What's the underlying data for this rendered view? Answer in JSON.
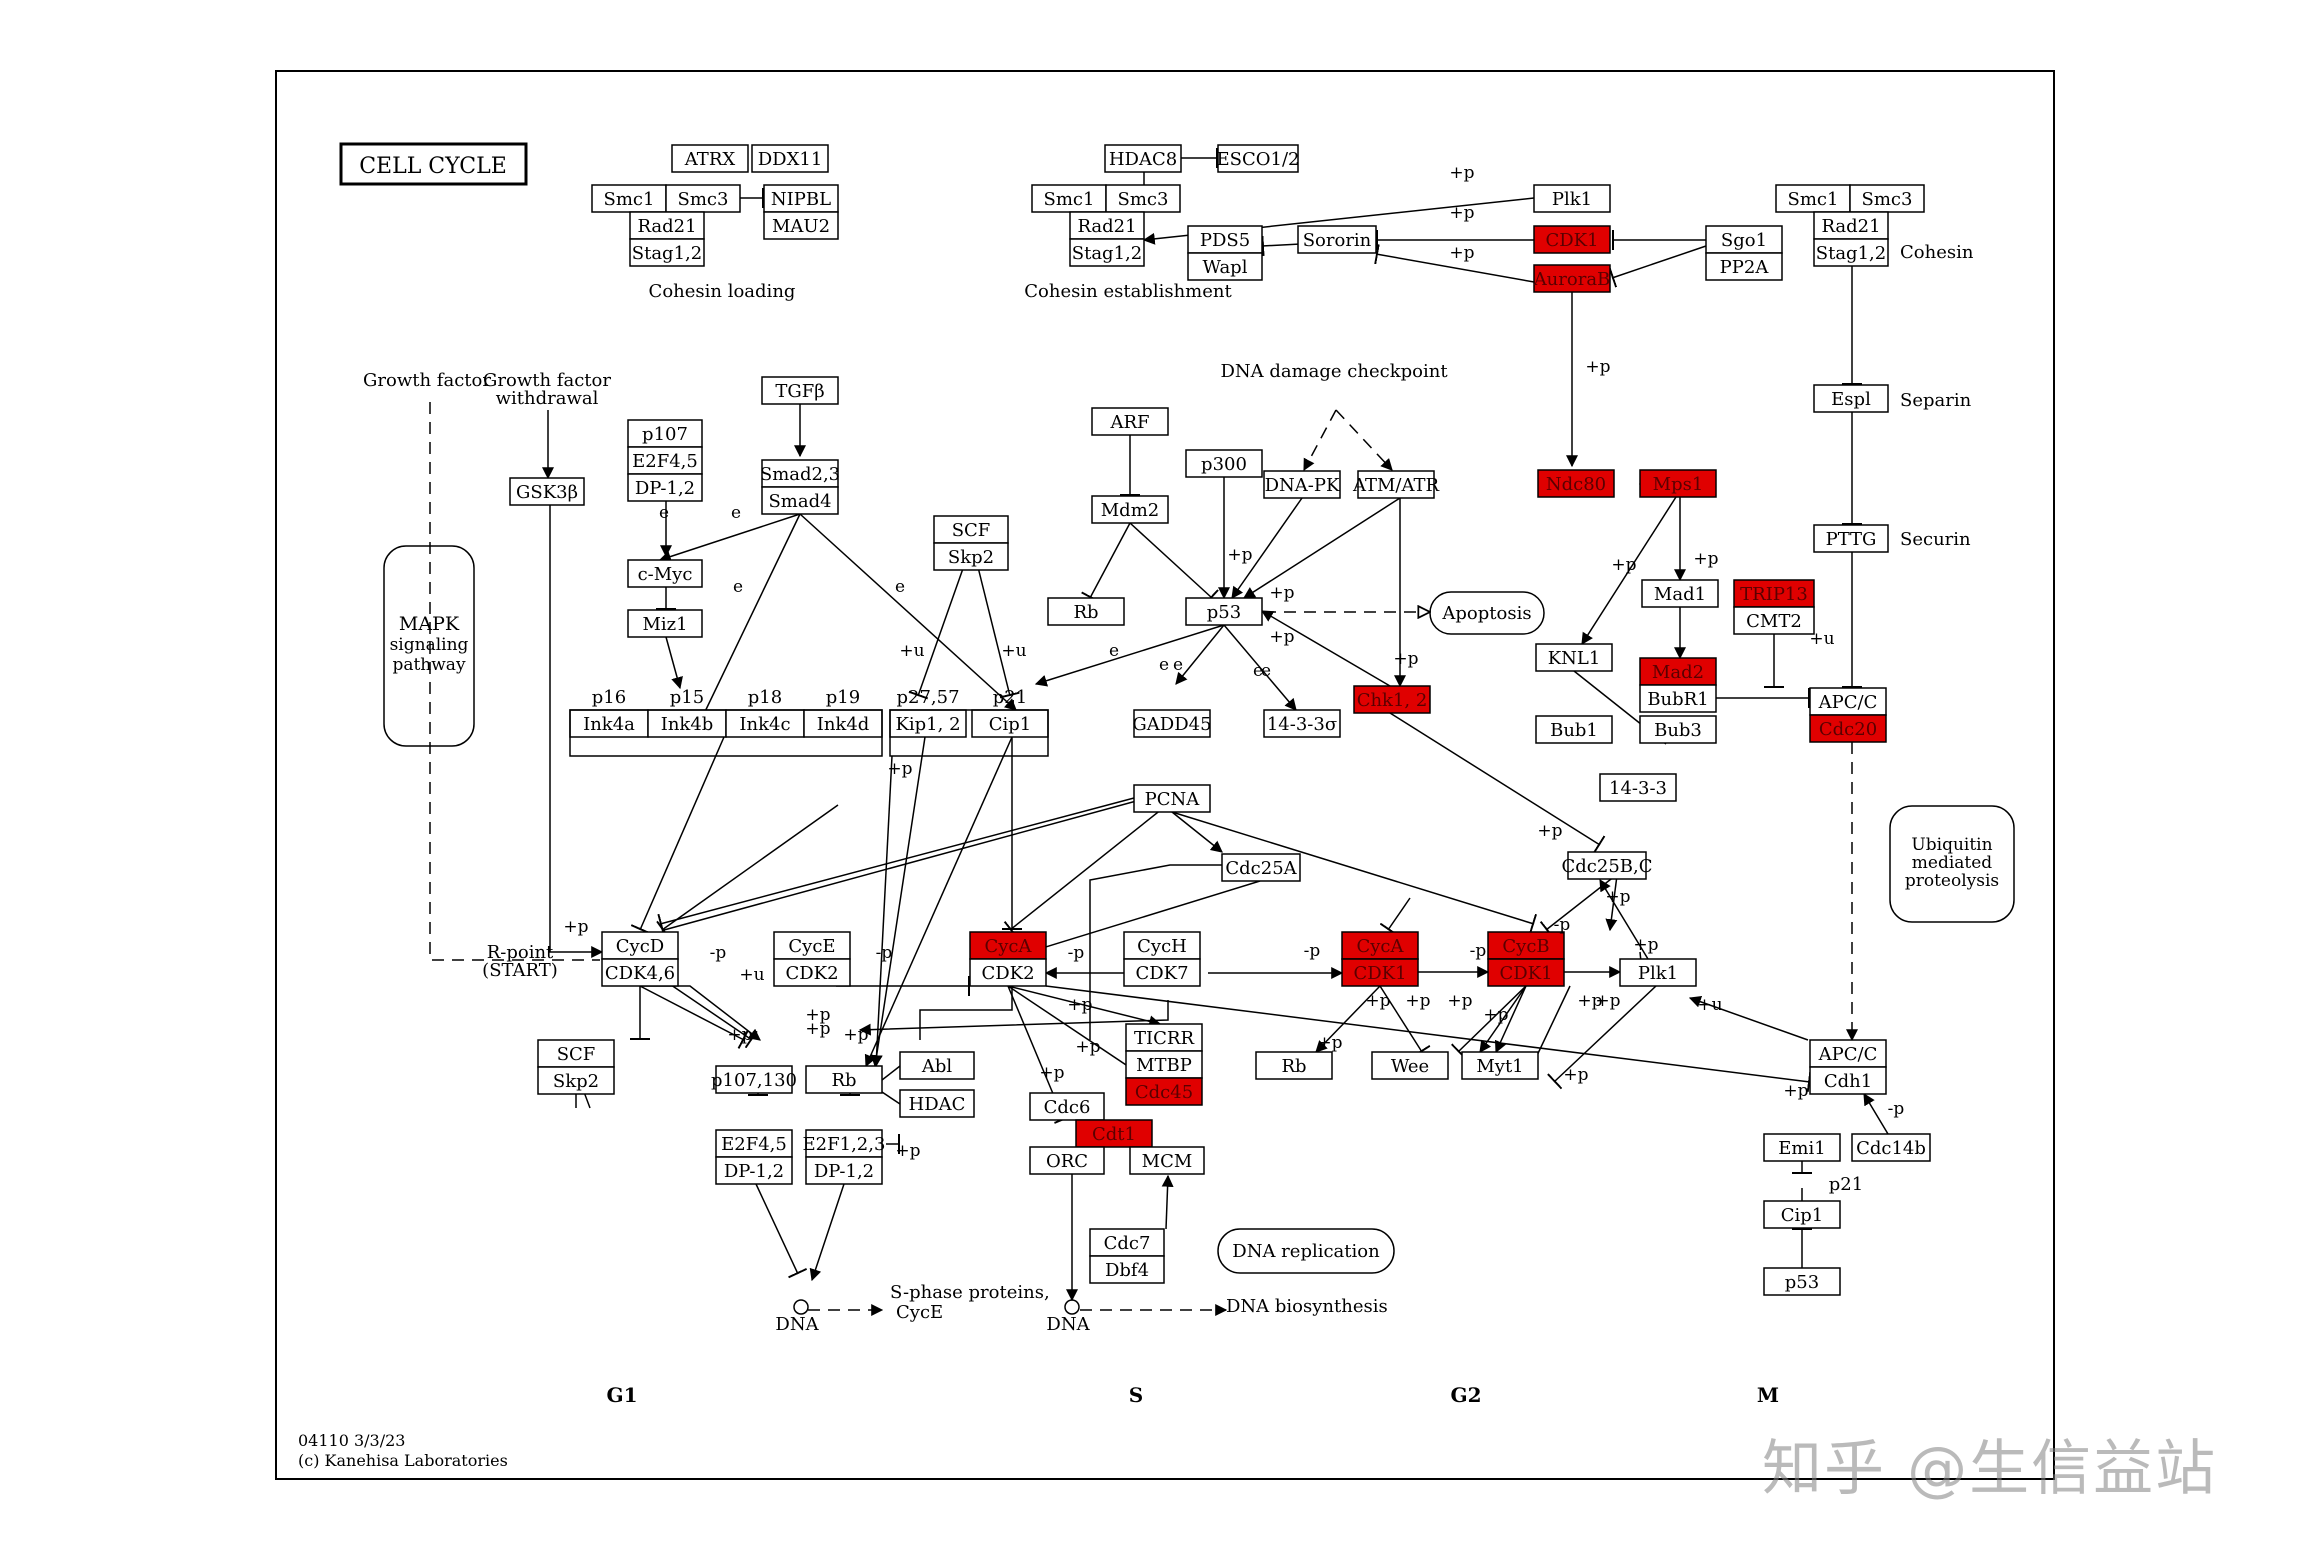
{
  "title": "CELL CYCLE",
  "footer": {
    "code": "04110 3/3/23",
    "copyright": "(c) Kanehisa Laboratories"
  },
  "watermark": "知乎 @生信益站",
  "colors": {
    "highlight": "#e00000",
    "line": "#000000",
    "box_fill": "#ffffff"
  },
  "phases": [
    "G1",
    "S",
    "G2",
    "M"
  ],
  "labels": {
    "cohesin_loading": "Cohesin loading",
    "cohesin_establishment": "Cohesin establishment",
    "cohesin": "Cohesin",
    "separin": "Separin",
    "securin": "Securin",
    "dna_damage": "DNA damage checkpoint",
    "growth_factor": "Growth factor",
    "gf_withdrawal_1": "Growth factor",
    "gf_withdrawal_2": "withdrawal",
    "rpoint_1": "R-point",
    "rpoint_2": "(START)",
    "sphase_1": "S-phase proteins,",
    "sphase_2": "CycE",
    "dna1": "DNA",
    "dna2": "DNA",
    "dna_bio": "DNA biosynthesis"
  },
  "ovals": {
    "apoptosis": "Apoptosis",
    "dna_replication": "DNA replication"
  },
  "rounded": {
    "mapk": [
      "MAPK",
      "signaling",
      "pathway"
    ],
    "ubiquitin": [
      "Ubiquitin",
      "mediated",
      "proteolysis"
    ]
  },
  "nodes": [
    {
      "t": "ATRX",
      "h": false
    },
    {
      "t": "DDX11",
      "h": false
    },
    {
      "t": "Smc1",
      "h": false
    },
    {
      "t": "Smc3",
      "h": false
    },
    {
      "t": "Rad21",
      "h": false
    },
    {
      "t": "Stag1,2",
      "h": false
    },
    {
      "t": "NIPBL",
      "h": false
    },
    {
      "t": "MAU2",
      "h": false
    },
    {
      "t": "HDAC8",
      "h": false
    },
    {
      "t": "ESCO1/2",
      "h": false
    },
    {
      "t": "Smc1",
      "h": false
    },
    {
      "t": "Smc3",
      "h": false
    },
    {
      "t": "Rad21",
      "h": false
    },
    {
      "t": "Stag1,2",
      "h": false
    },
    {
      "t": "PDS5",
      "h": false
    },
    {
      "t": "Wapl",
      "h": false
    },
    {
      "t": "Sororin",
      "h": false
    },
    {
      "t": "Plk1",
      "h": false
    },
    {
      "t": "CDK1",
      "h": true
    },
    {
      "t": "AuroraB",
      "h": true
    },
    {
      "t": "Sgo1",
      "h": false
    },
    {
      "t": "PP2A",
      "h": false
    },
    {
      "t": "Smc1",
      "h": false
    },
    {
      "t": "Smc3",
      "h": false
    },
    {
      "t": "Rad21",
      "h": false
    },
    {
      "t": "Stag1,2",
      "h": false
    },
    {
      "t": "Espl",
      "h": false
    },
    {
      "t": "PTTG",
      "h": false
    },
    {
      "t": "TGFβ",
      "h": false
    },
    {
      "t": "Smad2,3",
      "h": false
    },
    {
      "t": "Smad4",
      "h": false
    },
    {
      "t": "p107",
      "h": false
    },
    {
      "t": "E2F4,5",
      "h": false
    },
    {
      "t": "DP-1,2",
      "h": false
    },
    {
      "t": "GSK3β",
      "h": false
    },
    {
      "t": "c-Myc",
      "h": false
    },
    {
      "t": "Miz1",
      "h": false
    },
    {
      "t": "SCF",
      "h": false
    },
    {
      "t": "Skp2",
      "h": false
    },
    {
      "t": "ARF",
      "h": false
    },
    {
      "t": "Mdm2",
      "h": false
    },
    {
      "t": "Rb",
      "h": false
    },
    {
      "t": "p300",
      "h": false
    },
    {
      "t": "DNA-PK",
      "h": false
    },
    {
      "t": "ATM/ATR",
      "h": false
    },
    {
      "t": "p53",
      "h": false
    },
    {
      "t": "Ndc80",
      "h": true
    },
    {
      "t": "Mps1",
      "h": true
    },
    {
      "t": "Mad1",
      "h": false
    },
    {
      "t": "TRIP13",
      "h": true
    },
    {
      "t": "CMT2",
      "h": false
    },
    {
      "t": "KNL1",
      "h": false
    },
    {
      "t": "Mad2",
      "h": true
    },
    {
      "t": "BubR1",
      "h": false
    },
    {
      "t": "Bub1",
      "h": false
    },
    {
      "t": "Bub3",
      "h": false
    },
    {
      "t": "APC/C",
      "h": false
    },
    {
      "t": "Cdc20",
      "h": true
    },
    {
      "t": "Ink4a",
      "h": false
    },
    {
      "t": "Ink4b",
      "h": false
    },
    {
      "t": "Ink4c",
      "h": false
    },
    {
      "t": "Ink4d",
      "h": false
    },
    {
      "t": "Kip1, 2",
      "h": false
    },
    {
      "t": "Cip1",
      "h": false
    },
    {
      "t": "GADD45",
      "h": false
    },
    {
      "t": "14-3-3σ",
      "h": false
    },
    {
      "t": "Chk1, 2",
      "h": true
    },
    {
      "t": "14-3-3",
      "h": false
    },
    {
      "t": "PCNA",
      "h": false
    },
    {
      "t": "Cdc25A",
      "h": false
    },
    {
      "t": "Cdc25B,C",
      "h": false
    },
    {
      "t": "CycD",
      "h": false
    },
    {
      "t": "CDK4,6",
      "h": false
    },
    {
      "t": "CycE",
      "h": false
    },
    {
      "t": "CDK2",
      "h": false
    },
    {
      "t": "CycA",
      "h": true
    },
    {
      "t": "CDK2",
      "h": false
    },
    {
      "t": "CycH",
      "h": false
    },
    {
      "t": "CDK7",
      "h": false
    },
    {
      "t": "CycA",
      "h": true
    },
    {
      "t": "CDK1",
      "h": true
    },
    {
      "t": "CycB",
      "h": true
    },
    {
      "t": "CDK1",
      "h": true
    },
    {
      "t": "Plk1",
      "h": false
    },
    {
      "t": "SCF",
      "h": false
    },
    {
      "t": "Skp2",
      "h": false
    },
    {
      "t": "p107,130",
      "h": false
    },
    {
      "t": "Rb",
      "h": false
    },
    {
      "t": "Abl",
      "h": false
    },
    {
      "t": "HDAC",
      "h": false
    },
    {
      "t": "E2F4,5",
      "h": false
    },
    {
      "t": "DP-1,2",
      "h": false
    },
    {
      "t": "E2F1,2,3",
      "h": false
    },
    {
      "t": "DP-1,2",
      "h": false
    },
    {
      "t": "TICRR",
      "h": false
    },
    {
      "t": "MTBP",
      "h": false
    },
    {
      "t": "Cdc45",
      "h": true
    },
    {
      "t": "Cdc6",
      "h": false
    },
    {
      "t": "Cdt1",
      "h": true
    },
    {
      "t": "ORC",
      "h": false
    },
    {
      "t": "MCM",
      "h": false
    },
    {
      "t": "Cdc7",
      "h": false
    },
    {
      "t": "Dbf4",
      "h": false
    },
    {
      "t": "Rb",
      "h": false
    },
    {
      "t": "Wee",
      "h": false
    },
    {
      "t": "Myt1",
      "h": false
    },
    {
      "t": "APC/C",
      "h": false
    },
    {
      "t": "Cdh1",
      "h": false
    },
    {
      "t": "Emi1",
      "h": false
    },
    {
      "t": "Cdc14b",
      "h": false
    },
    {
      "t": "Cip1",
      "h": false
    },
    {
      "t": "p53",
      "h": false
    }
  ],
  "node_groups": {
    "p16": "p16",
    "p15": "p15",
    "p18": "p18",
    "p19": "p19",
    "p2757": "p27,57",
    "p21": "p21",
    "p21b": "p21"
  },
  "edge_labels": [
    "+p",
    "+p",
    "+p",
    "+p",
    "+p",
    "+p",
    "+p",
    "+p",
    "+p",
    "+p",
    "+p",
    "+p",
    "+p",
    "+p",
    "+p",
    "+p",
    "+p",
    "+p",
    "+p",
    "+p",
    "+p",
    "+p",
    "+p",
    "+p",
    "+p",
    "+p",
    "+p",
    "+p",
    "+p",
    "+p",
    "+p",
    "+p",
    "-p",
    "-p",
    "-p",
    "-p",
    "-p",
    "-p",
    "-p",
    "+u",
    "+u",
    "+u",
    "+u",
    "+u",
    "e",
    "e",
    "e",
    "e",
    "e",
    "e",
    "e",
    "e",
    "e"
  ]
}
